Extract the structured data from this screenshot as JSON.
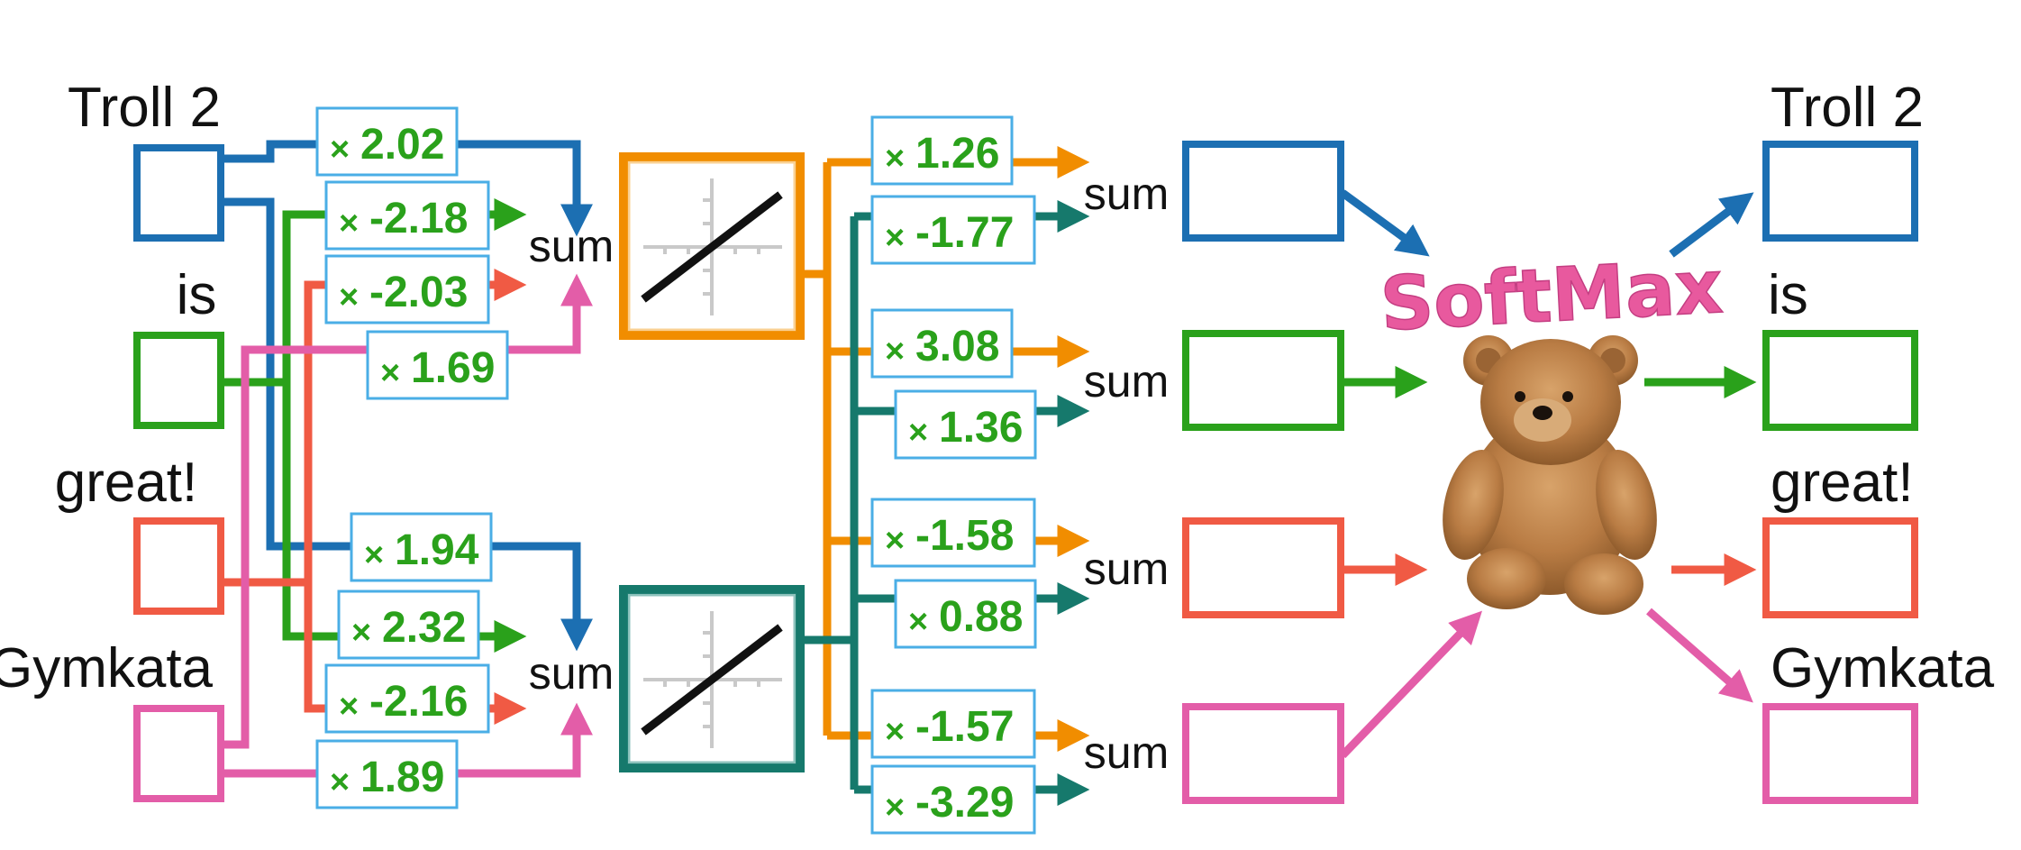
{
  "colors": {
    "blue": "#1c6fb2",
    "green": "#2aa11b",
    "red": "#f05a44",
    "pink": "#e35da8",
    "orange": "#f18d00",
    "teal": "#16796c",
    "weight_text": "#2aa11b",
    "weight_border": "#4aaee6",
    "softmax": "#e8599e"
  },
  "inputs": [
    {
      "word": "Troll 2",
      "color": "blue"
    },
    {
      "word": "is",
      "color": "green"
    },
    {
      "word": "great!",
      "color": "red"
    },
    {
      "word": "Gymkata",
      "color": "pink"
    }
  ],
  "outputs": [
    {
      "word": "Troll 2",
      "color": "blue"
    },
    {
      "word": "is",
      "color": "green"
    },
    {
      "word": "great!",
      "color": "red"
    },
    {
      "word": "Gymkata",
      "color": "pink"
    }
  ],
  "multiply_symbol": "×",
  "sum_label": "sum",
  "activation_label": "SoftMax",
  "activation_icon": "teddy-bear",
  "input_weights": {
    "top": [
      "2.02",
      "-2.18",
      "-2.03",
      "1.69"
    ],
    "bottom": [
      "1.94",
      "2.32",
      "-2.16",
      "1.89"
    ]
  },
  "output_weights": [
    {
      "orange": "1.26",
      "teal": "-1.77"
    },
    {
      "orange": "3.08",
      "teal": "1.36"
    },
    {
      "orange": "-1.58",
      "teal": "0.88"
    },
    {
      "orange": "-1.57",
      "teal": "-3.29"
    }
  ],
  "hidden_nodes": [
    {
      "color": "orange",
      "icon": "identity-activation-graph"
    },
    {
      "color": "teal",
      "icon": "identity-activation-graph"
    }
  ]
}
